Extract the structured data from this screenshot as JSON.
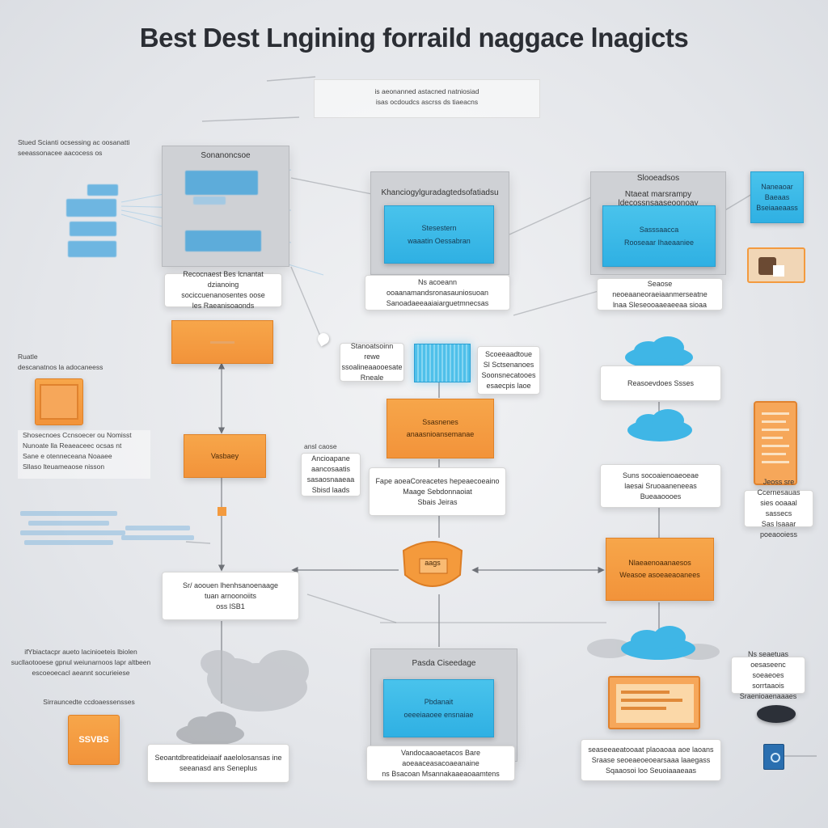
{
  "title": "Best  Dest Lngining forraild naggace lnagicts",
  "top_caption": {
    "line1": "is aeonanned astacned natniosiad",
    "line2": "isas ocdoudcs ascrss ds tiaeacns"
  },
  "left_notes": {
    "note1": [
      "Stued Scianti ocsessing ac oosanatti",
      "seeassonacee aacocess os"
    ],
    "note2": [
      "Ruatle",
      "descanatnos la adocaneess"
    ],
    "note3": [
      "Shosecnoes  Ccnsoecer ou Nomisst",
      "Nunoate lla Reaeaceec ocsas nt",
      "Sane e otenneceana Noaaee",
      "Sllaso  lteuameaose nisson"
    ],
    "note4": [
      "ifYbiactacpr aueto lacinioeteis lbiolen",
      "sucllaotooese gpnul weiunarnoos lapr altbeen",
      "escoeoecacl aeannt socurieiese"
    ],
    "note5": "Sirrauncedte ccdoaessensses"
  },
  "left_column": {
    "panel_title": "Sonanoncsoe",
    "note": [
      "Recocnaest Bes  lcnantat dzianoing",
      "sociccuenanosentes oose",
      "les Raeanisoaonds"
    ],
    "orange_top": "",
    "orange_mid": "Vasbaey",
    "note_bottom": [
      "Sr/  aoouen  lhenhsanoenaage",
      "tuan arnoonoiits",
      "oss lSB1"
    ],
    "note_last": [
      "Seoantdbreatideiaaif  aaelolosansas ine",
      "seeanasd ans Seneplus"
    ],
    "badge": "SSVBS"
  },
  "center_column": {
    "panel_title": "Khanciogylguradagtedsofatiadsu",
    "blue_card": [
      "Stesestern",
      "waaatin Oessabran"
    ],
    "note1": [
      "Ns acoeann ooaanamandsronasauniosuoan",
      "Sanoadaeeaaiaiarguetmnecsas"
    ],
    "note_left": [
      "Stanoatsoinn rewe",
      "ssoalineaaooesate",
      "Rneale"
    ],
    "note_right": [
      "Scoeeaadtoue",
      "Sl Sctsenanoes",
      "Soonsnecatooes",
      "esaecpis laoe"
    ],
    "side_note": [
      "Ancioapane",
      "aancosaatis",
      "sasaosnaaeaa",
      "Sbisd laads"
    ],
    "side_label": "ansl caose",
    "orange": [
      "Ssasnenes",
      "anaasnioansemanae"
    ],
    "note2": [
      "Fape aoeaCoreacetes  hepeaecoeaino",
      "Maage Sebdonnaoiat",
      "Sbais  Jeiras"
    ],
    "shield": "aags",
    "bottom_panel_title": "Pasda  Ciseedage",
    "bottom_blue": [
      "Pbdanait",
      "oeeeiaaoee ensnaiae"
    ],
    "bottom_note": [
      "Vandocaaoaetacos Bare aoeaaceasacoaeanaine",
      "ns Bsacoan Msannakaaeaoaamtens"
    ]
  },
  "right_column": {
    "panel_title": "Ntaeat marsrampy ldecossnsaaseoonoay",
    "panel_label": "Slooeadsos",
    "blue_card": [
      "Sasssaacca",
      "Rooseaar Ihaeaaniee"
    ],
    "tile_blue": [
      "Naneaoar",
      "Baeaas",
      "Bseiaaeaass"
    ],
    "note1": [
      "Seaose neoeaaneoraeiaanmerseatne",
      "lnaa  Sleseooaaeaeeaa  sioaa"
    ],
    "note2": "Reasoevdoes   Ssses",
    "note3": [
      "Suns  socoaienoaeoeae",
      "laesai  Sruoaaneneeas",
      "Bueaaoooes"
    ],
    "side_note": [
      "Jeoss  sre Ccernesauas",
      "sies ooaaal  sassecs",
      "Sas lsaaar poeaooiess"
    ],
    "orange": [
      "Nlaeaenoaanaesos",
      "Weasoe  asoeaeaoanees"
    ],
    "side_note2": [
      "Ns  seaetuas oesaseenc",
      "soeaeoes sorrtaaois",
      "Sraenioaenaaaes"
    ],
    "bottom_note": [
      "seaseeaeatooaat plaoaoaa aoe laoans",
      "Sraase  seoeaeoeoearsaaa laaegass",
      "Sqaaosoi  loo  Seuoiaaaeaas"
    ]
  },
  "colors": {
    "background": "#e4e6ea",
    "blue": "#35b4e5",
    "orange": "#f39a3e",
    "panel_gray": "#cfd1d5",
    "connector": "#8e9197"
  }
}
